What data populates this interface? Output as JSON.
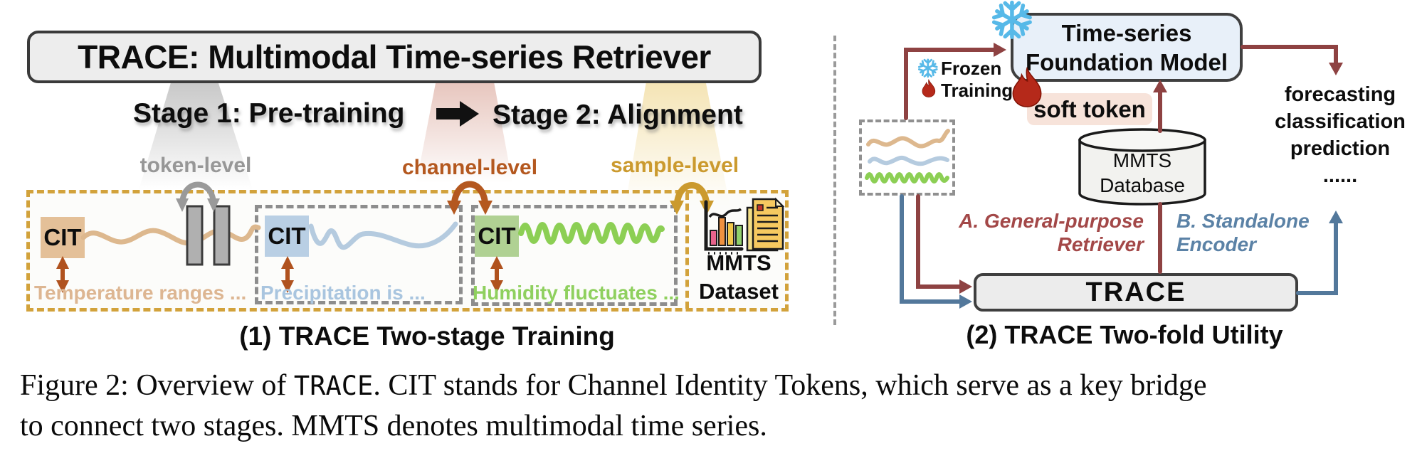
{
  "colors": {
    "gold_dashed": "#d2a23b",
    "gray_dashed": "#8d8d8d",
    "dark_red_arrow": "#8e4242",
    "steel_blue_arrow": "#53789b",
    "tan_channel": "#e4c098",
    "blue_channel": "#b9cfe4",
    "green_channel": "#b0d193",
    "orange_link_arrow": "#b0521e",
    "foundation_fill": "#e8f0f9",
    "soft_token_fill": "#f7e3da",
    "box_fill": "#ededed",
    "snowflake_blue": "#57b9e8",
    "flame_red": "#b5291a"
  },
  "header": {
    "title": "TRACE: Multimodal Time-series Retriever",
    "stage1": "Stage 1: Pre-training",
    "stage2": "Stage 2: Alignment"
  },
  "levels": {
    "token": "token-level",
    "channel": "channel-level",
    "sample": "sample-level"
  },
  "panel1": {
    "channels": [
      {
        "cit": "CIT",
        "caption": "Temperature ranges ..."
      },
      {
        "cit": "CIT",
        "caption": "Precipitation is ..."
      },
      {
        "cit": "CIT",
        "caption": "Humidity fluctuates ..."
      }
    ],
    "dataset": {
      "line1": "MMTS",
      "line2": "Dataset"
    },
    "caption": "(1) TRACE Two-stage Training"
  },
  "panel2": {
    "legend": {
      "frozen": "Frozen",
      "training": "Training"
    },
    "foundation_model": {
      "line1": "Time-series",
      "line2": "Foundation Model"
    },
    "soft_token": "soft token",
    "database": {
      "line1": "MMTS",
      "line2": "Database"
    },
    "outputs": [
      "forecasting",
      "classification",
      "prediction",
      "......"
    ],
    "path_a": {
      "line1": "A. General-purpose",
      "line2": "Retriever"
    },
    "path_b": {
      "line1": "B. Standalone",
      "line2": "Encoder"
    },
    "trace": "TRACE",
    "caption": "(2) TRACE Two-fold Utility"
  },
  "figure_caption": {
    "line1_pre": "Figure 2: Overview of ",
    "line1_mono": "TRACE",
    "line1_post": ". CIT stands for Channel Identity Tokens, which serve as a key bridge",
    "line2": "to connect two stages. MMTS denotes multimodal time series."
  }
}
